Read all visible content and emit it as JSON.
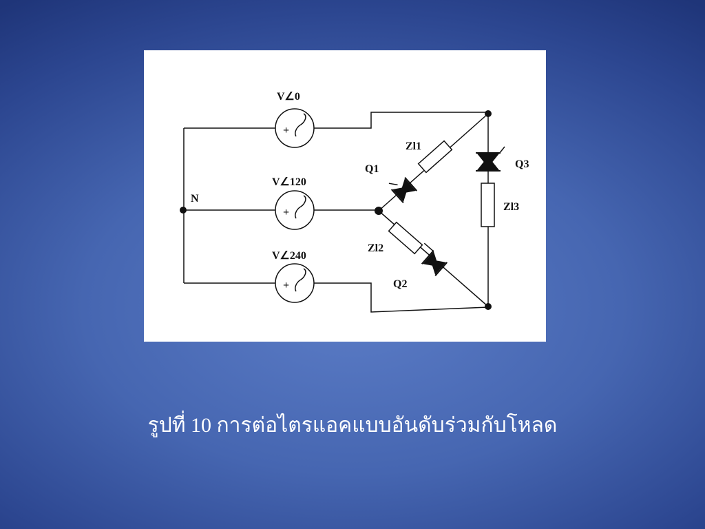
{
  "diagram": {
    "sources": [
      {
        "label": "V∠0"
      },
      {
        "label": "V∠120"
      },
      {
        "label": "V∠240"
      }
    ],
    "neutral_label": "N",
    "source_sign": "+",
    "loads": {
      "zl1": "Zl1",
      "zl2": "Zl2",
      "zl3": "Zl3"
    },
    "triacs": {
      "q1": "Q1",
      "q2": "Q2",
      "q3": "Q3"
    }
  },
  "caption": "รูปที่ 10 การต่อไตรแอคแบบอันดับร่วมกับโหลด"
}
